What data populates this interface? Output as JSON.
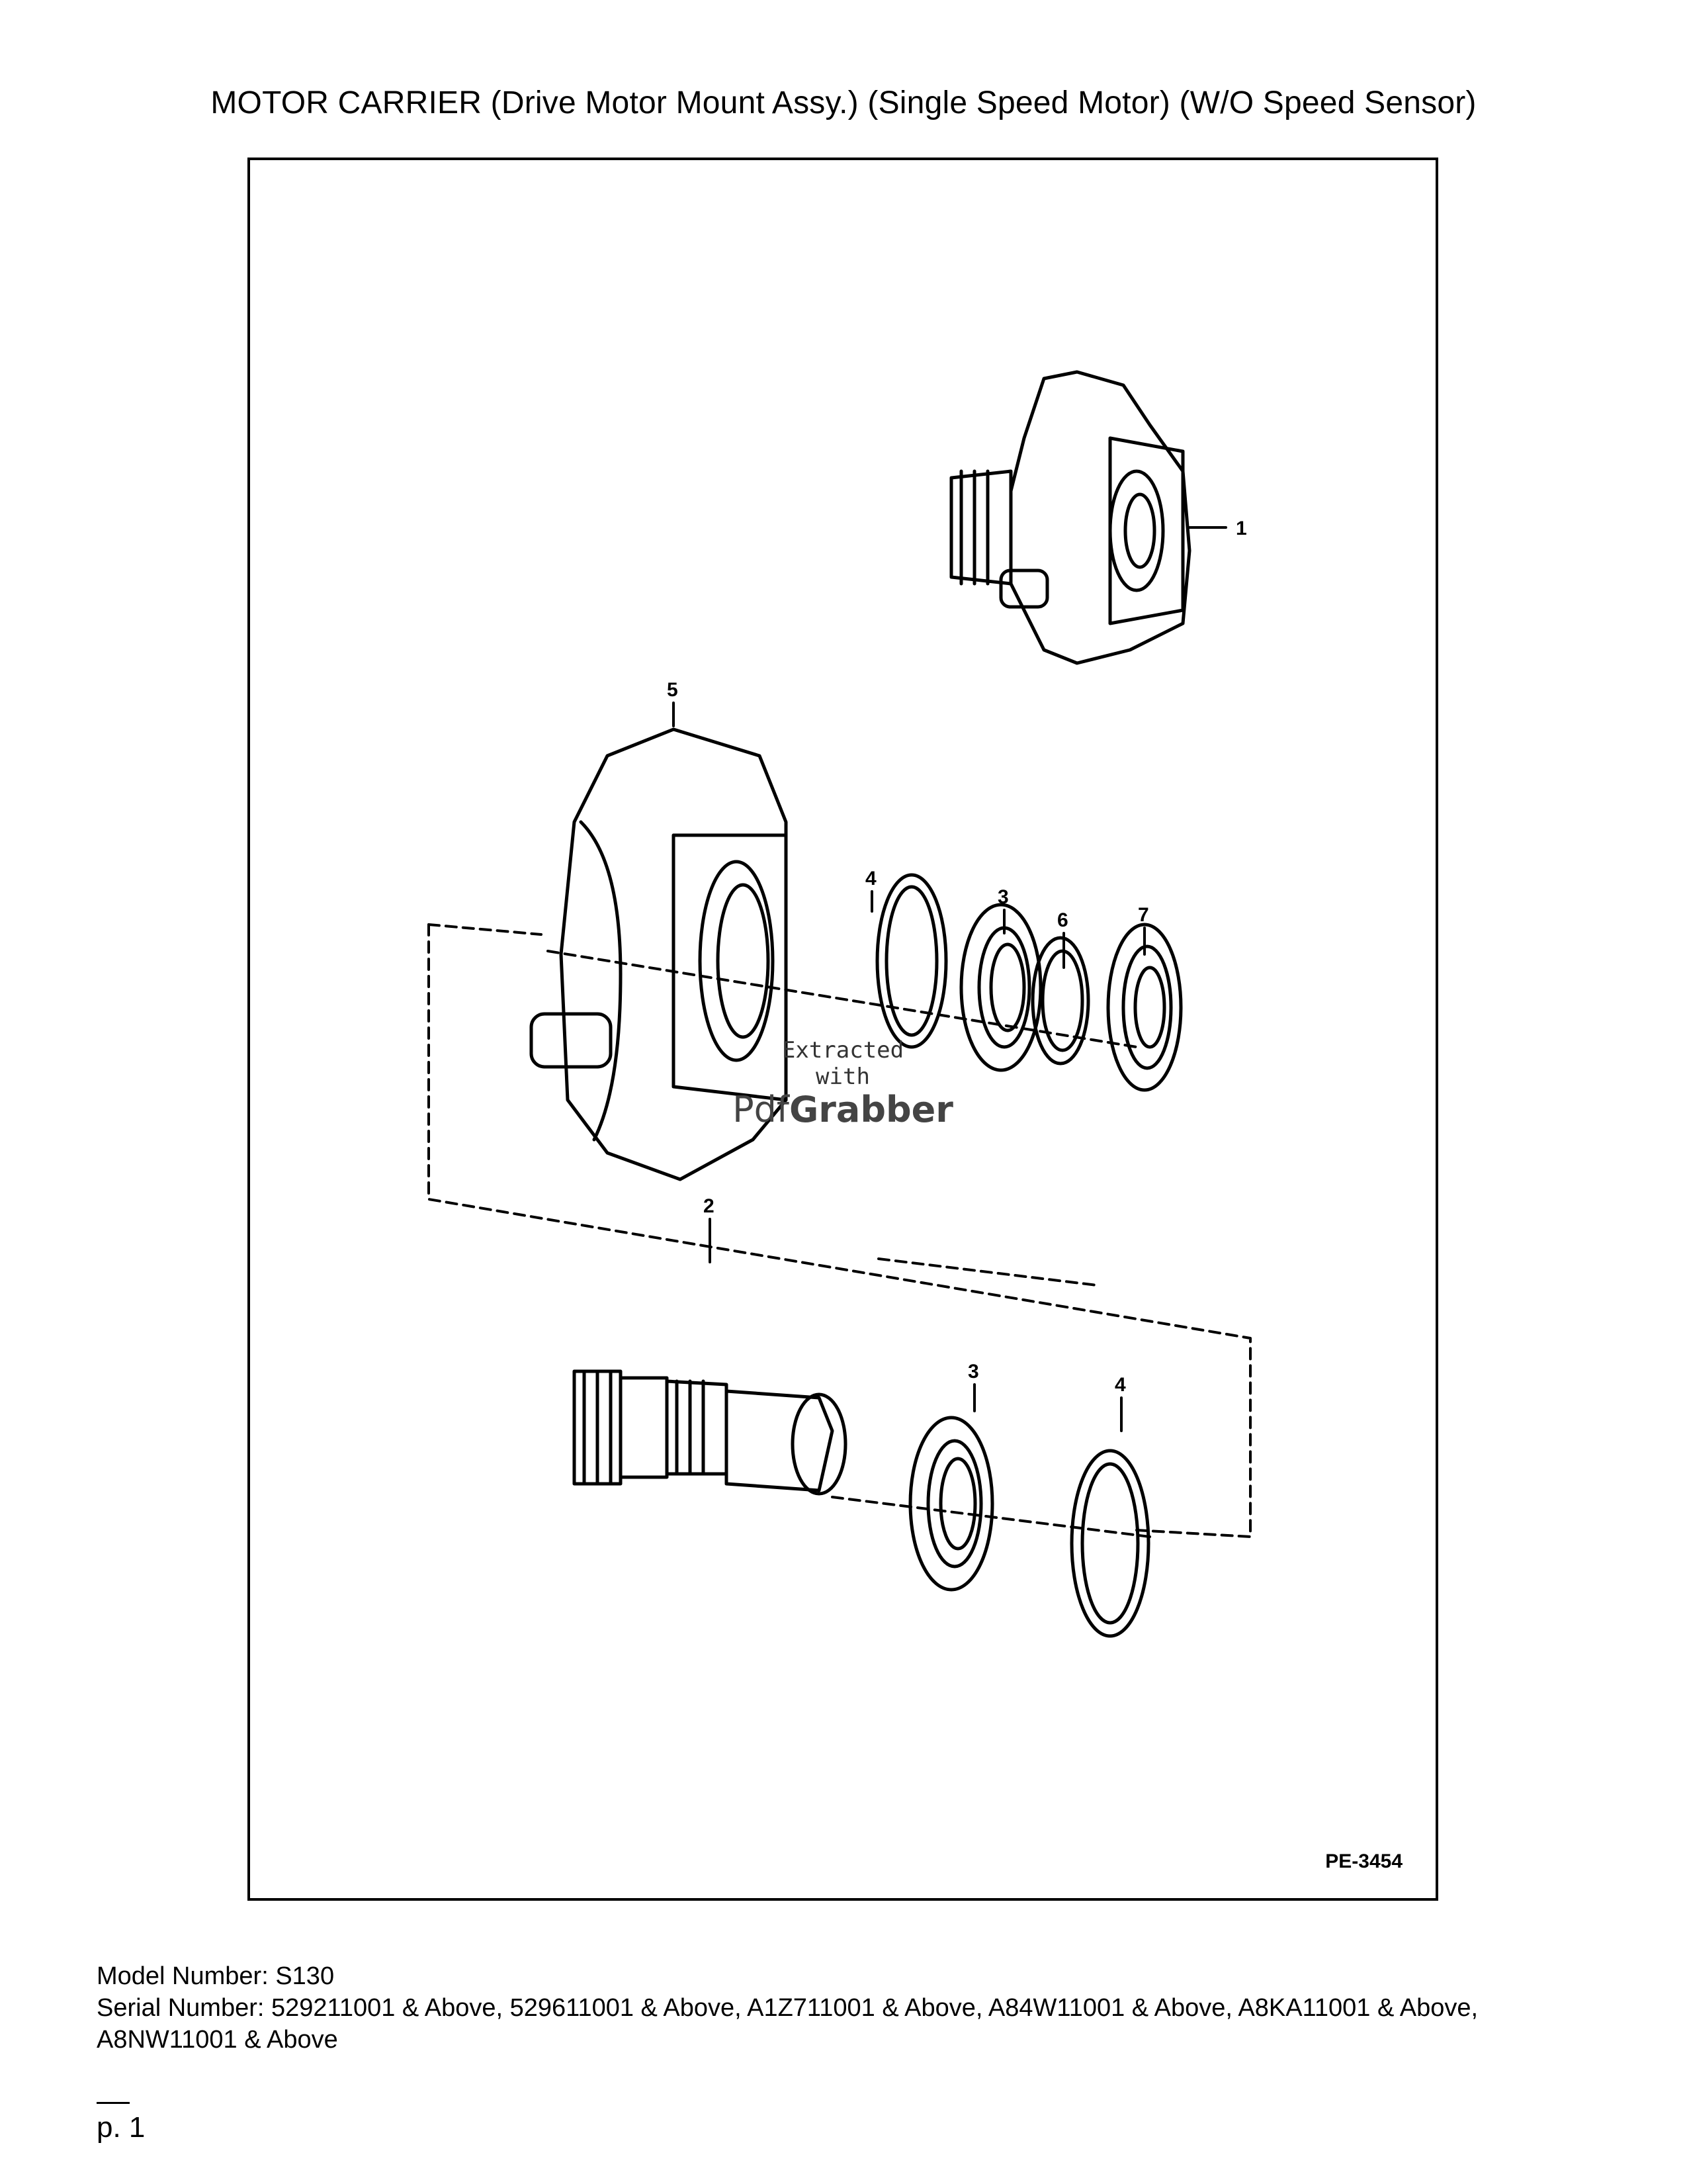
{
  "title": "MOTOR CARRIER (Drive Motor Mount Assy.) (Single Speed Motor) (W/O Speed Sensor)",
  "figure": {
    "code": "PE-3454",
    "callouts": [
      "1",
      "5",
      "4",
      "3",
      "6",
      "7",
      "2",
      "3",
      "4"
    ],
    "watermark": {
      "line1": "Extracted",
      "line2": "with",
      "brand_a": "Pdf",
      "brand_b": "Grabber"
    }
  },
  "model": {
    "label": "Model Number:",
    "value": "S130"
  },
  "serial": {
    "label": "Serial Number:",
    "value": "529211001 & Above, 529611001 & Above, A1Z711001 & Above, A84W11001 & Above, A8KA11001 & Above, A8NW11001 & Above"
  },
  "page_label": "p. 1"
}
